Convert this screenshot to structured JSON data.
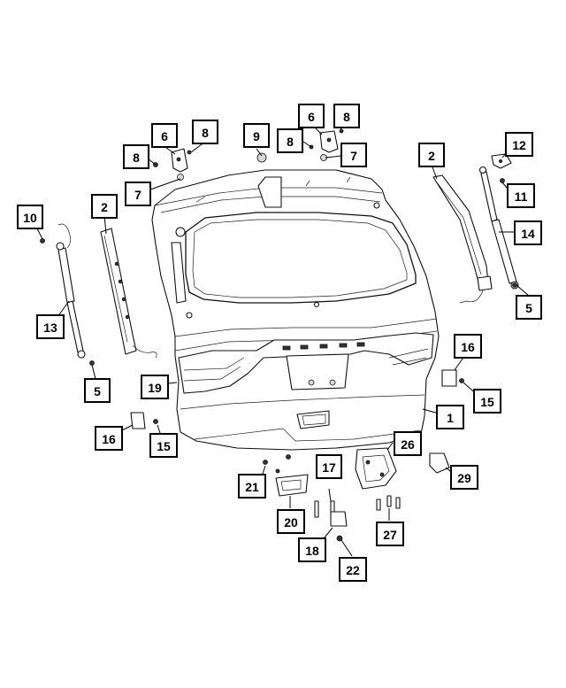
{
  "diagram": {
    "callouts": [
      {
        "id": "c1",
        "label": "1"
      },
      {
        "id": "c2a",
        "label": "2"
      },
      {
        "id": "c2b",
        "label": "2"
      },
      {
        "id": "c5a",
        "label": "5"
      },
      {
        "id": "c5b",
        "label": "5"
      },
      {
        "id": "c6a",
        "label": "6"
      },
      {
        "id": "c6b",
        "label": "6"
      },
      {
        "id": "c7a",
        "label": "7"
      },
      {
        "id": "c7b",
        "label": "7"
      },
      {
        "id": "c8a",
        "label": "8"
      },
      {
        "id": "c8b",
        "label": "8"
      },
      {
        "id": "c8c",
        "label": "8"
      },
      {
        "id": "c8d",
        "label": "8"
      },
      {
        "id": "c9",
        "label": "9"
      },
      {
        "id": "c10",
        "label": "10"
      },
      {
        "id": "c11",
        "label": "11"
      },
      {
        "id": "c12",
        "label": "12"
      },
      {
        "id": "c13",
        "label": "13"
      },
      {
        "id": "c14",
        "label": "14"
      },
      {
        "id": "c15a",
        "label": "15"
      },
      {
        "id": "c15b",
        "label": "15"
      },
      {
        "id": "c16a",
        "label": "16"
      },
      {
        "id": "c16b",
        "label": "16"
      },
      {
        "id": "c17",
        "label": "17"
      },
      {
        "id": "c18",
        "label": "18"
      },
      {
        "id": "c19",
        "label": "19"
      },
      {
        "id": "c20",
        "label": "20"
      },
      {
        "id": "c21",
        "label": "21"
      },
      {
        "id": "c22",
        "label": "22"
      },
      {
        "id": "c26",
        "label": "26"
      },
      {
        "id": "c27",
        "label": "27"
      },
      {
        "id": "c29",
        "label": "29"
      }
    ]
  }
}
